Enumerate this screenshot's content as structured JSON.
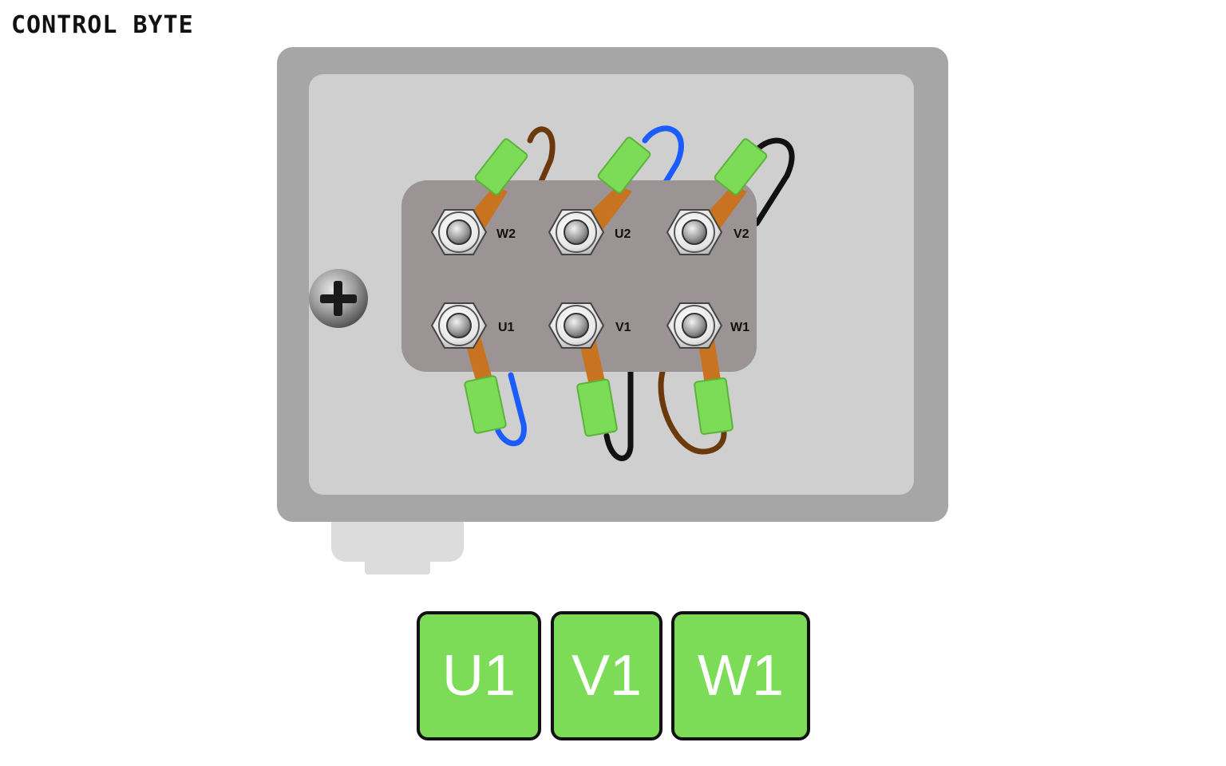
{
  "logo": {
    "text": "CONTROL BYTE"
  },
  "terminals": {
    "top": [
      "W2",
      "U2",
      "V2"
    ],
    "bottom": [
      "U1",
      "V1",
      "W1"
    ]
  },
  "wire_colors": {
    "brown": "#6b3a0c",
    "blue": "#1a5cff",
    "black": "#111111",
    "sleeve": "#7ddc57",
    "lug": "#c8731f"
  },
  "buttons": {
    "u1": "U1",
    "v1": "V1",
    "w1": "W1"
  },
  "colors": {
    "button_fill": "#7ddc57",
    "box_outer": "#a6a6a6",
    "box_inner": "#cfcfcf",
    "terminal_block": "#9c9494"
  }
}
